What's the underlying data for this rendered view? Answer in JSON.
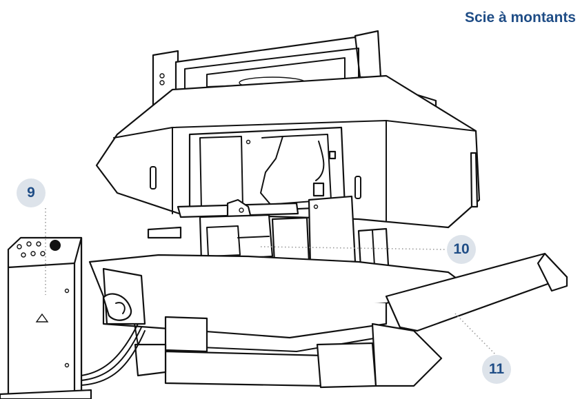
{
  "header": {
    "title": "Scie à montants"
  },
  "callouts": [
    {
      "label": "9",
      "target": "control-cabinet"
    },
    {
      "label": "10",
      "target": "blade-guide"
    },
    {
      "label": "11",
      "target": "feed-conveyor"
    }
  ],
  "colors": {
    "accent": "#1f4d86",
    "badge_bg": "#dde3ea",
    "line": "#111111",
    "leader": "#9a9a9a"
  }
}
